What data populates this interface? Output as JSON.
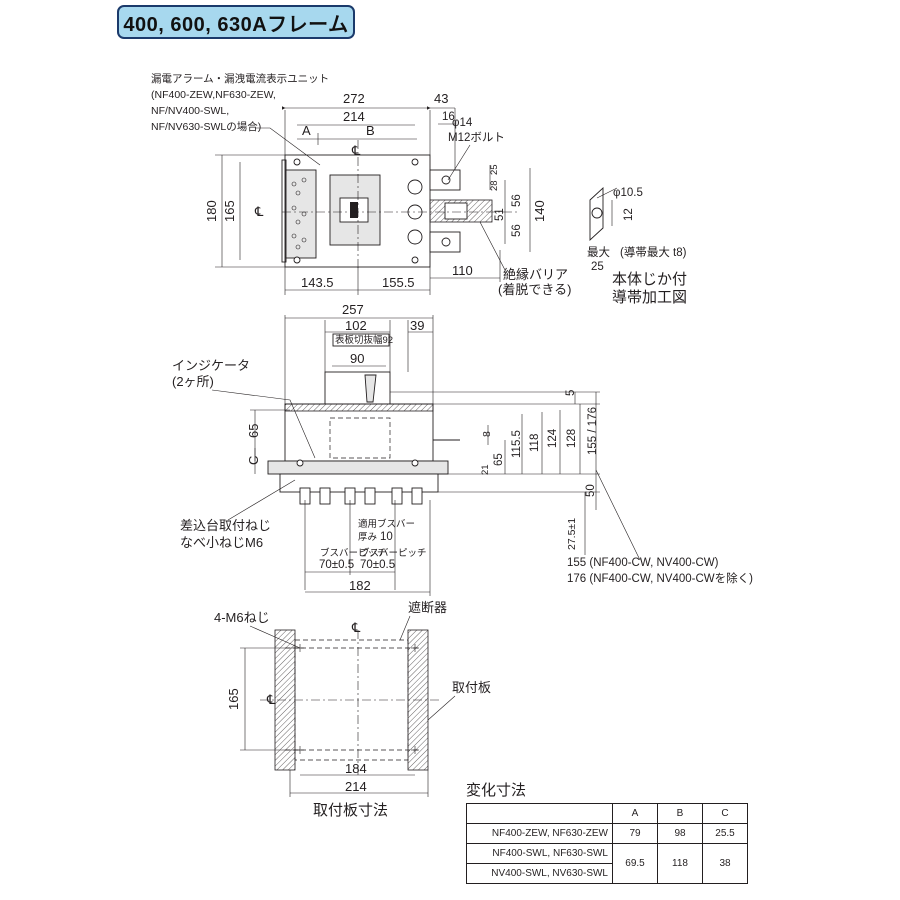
{
  "title": "400, 600, 630Aフレーム",
  "top_view": {
    "unit_label_lines": [
      "漏電アラーム・漏洩電流表示ユニット",
      "(NF400-ZEW,NF630-ZEW,",
      "NF/NV400-SWL,",
      "NF/NV630-SWLの場合)"
    ],
    "dims": {
      "d272": "272",
      "d43": "43",
      "d214": "214",
      "d16": "16",
      "dA": "A",
      "dB": "B",
      "phi14": "φ14",
      "bolt": "M12ボルト",
      "d25": "25",
      "d28": "28",
      "d56a": "56",
      "d56b": "56",
      "d51": "51",
      "d140": "140",
      "d180": "180",
      "d165": "165",
      "d143_5": "143.5",
      "d155_5": "155.5",
      "d110": "110",
      "cl": "℄"
    },
    "barrier_label_lines": [
      "絶縁バリア",
      "(着脱できる)"
    ]
  },
  "bus_detail": {
    "phi": "φ10.5",
    "d12": "12",
    "max_label": "最大",
    "max_val": "25",
    "note": "(導帯最大 t8)",
    "caption_lines": [
      "本体じか付",
      "導帯加工図"
    ]
  },
  "side_view": {
    "dims": {
      "d257": "257",
      "d102": "102",
      "d39": "39",
      "cutout": "表板切抜幅92",
      "d90": "90",
      "d5": "5",
      "d155_176": "155 / 176",
      "d65a": "65",
      "dC": "C",
      "d8": "8",
      "d115_5": "115.5",
      "d118": "118",
      "d124": "124",
      "d128": "128",
      "d65b": "65",
      "d21": "21",
      "d50": "50",
      "d27_5": "27.5±1",
      "d10": "10",
      "d70a": "70±0.5",
      "d70b": "70±0.5",
      "d182": "182",
      "pitch_a": "ブスバーピッチ",
      "pitch_b": "ブスバーピッチ",
      "busbar_thick_lines": [
        "適用ブスバー",
        "厚み"
      ]
    },
    "indicator_lines": [
      "インジケータ",
      "(2ヶ所)"
    ],
    "screw_lines": [
      "差込台取付ねじ",
      "なべ小ねじM6"
    ],
    "note_lines": [
      "155 (NF400-CW, NV400-CW)",
      "176 (NF400-CW, NV400-CWを除く)"
    ]
  },
  "plate_view": {
    "screws": "4-M6ねじ",
    "breaker": "遮断器",
    "plate": "取付板",
    "d165": "165",
    "d184": "184",
    "d214": "214",
    "caption": "取付板寸法",
    "cl": "℄"
  },
  "table": {
    "title": "変化寸法",
    "headers": [
      "",
      "A",
      "B",
      "C"
    ],
    "rows": [
      {
        "models": [
          "NF400-ZEW, NF630-ZEW"
        ],
        "A": "79",
        "B": "98",
        "C": "25.5"
      },
      {
        "models": [
          "NF400-SWL, NF630-SWL",
          "NV400-SWL, NV630-SWL"
        ],
        "A": "69.5",
        "B": "118",
        "C": "38"
      }
    ]
  }
}
